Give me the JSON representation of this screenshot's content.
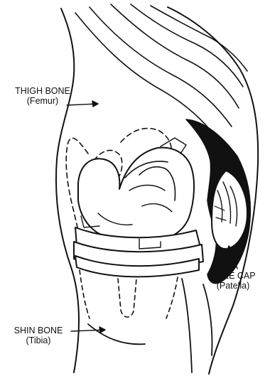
{
  "labels": {
    "femur": {
      "name": "THIGH BONE",
      "detail": "(Femur)"
    },
    "patella": {
      "name": "KNEE CAP",
      "detail": "(Patella)"
    },
    "tibia": {
      "name": "SHIN BONE",
      "detail": "(Tibia)"
    }
  },
  "colors": {
    "ink": "#111111",
    "paper": "#ffffff"
  }
}
